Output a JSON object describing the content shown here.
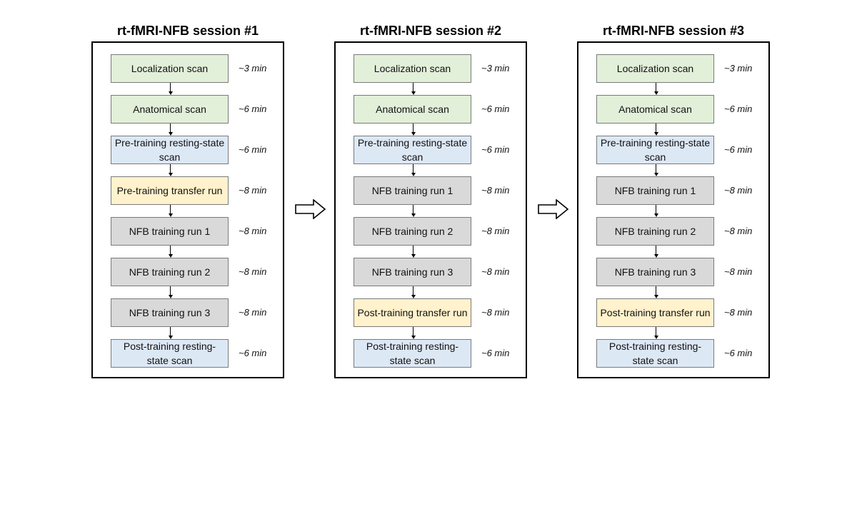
{
  "sessions": [
    {
      "title": "rt-fMRI-NFB session #1",
      "steps": [
        {
          "label": "Localization scan",
          "duration": "~3 min",
          "color": "green"
        },
        {
          "label": "Anatomical scan",
          "duration": "~6 min",
          "color": "green"
        },
        {
          "label": "Pre-training resting-state scan",
          "duration": "~6 min",
          "color": "blue"
        },
        {
          "label": "Pre-training transfer run",
          "duration": "~8 min",
          "color": "yellow"
        },
        {
          "label": "NFB training run 1",
          "duration": "~8 min",
          "color": "gray"
        },
        {
          "label": "NFB training run 2",
          "duration": "~8 min",
          "color": "gray"
        },
        {
          "label": "NFB training run 3",
          "duration": "~8 min",
          "color": "gray"
        },
        {
          "label": "Post-training resting-state scan",
          "duration": "~6 min",
          "color": "blue"
        }
      ]
    },
    {
      "title": "rt-fMRI-NFB session #2",
      "steps": [
        {
          "label": "Localization scan",
          "duration": "~3 min",
          "color": "green"
        },
        {
          "label": "Anatomical scan",
          "duration": "~6 min",
          "color": "green"
        },
        {
          "label": "Pre-training resting-state scan",
          "duration": "~6 min",
          "color": "blue"
        },
        {
          "label": "NFB training run 1",
          "duration": "~8 min",
          "color": "gray"
        },
        {
          "label": "NFB training run 2",
          "duration": "~8 min",
          "color": "gray"
        },
        {
          "label": "NFB training run 3",
          "duration": "~8 min",
          "color": "gray"
        },
        {
          "label": "Post-training transfer run",
          "duration": "~8 min",
          "color": "yellow"
        },
        {
          "label": "Post-training resting-state scan",
          "duration": "~6 min",
          "color": "blue"
        }
      ]
    },
    {
      "title": "rt-fMRI-NFB session #3",
      "steps": [
        {
          "label": "Localization scan",
          "duration": "~3 min",
          "color": "green"
        },
        {
          "label": "Anatomical scan",
          "duration": "~6 min",
          "color": "green"
        },
        {
          "label": "Pre-training resting-state scan",
          "duration": "~6 min",
          "color": "blue"
        },
        {
          "label": "NFB training run 1",
          "duration": "~8 min",
          "color": "gray"
        },
        {
          "label": "NFB training run 2",
          "duration": "~8 min",
          "color": "gray"
        },
        {
          "label": "NFB training run 3",
          "duration": "~8 min",
          "color": "gray"
        },
        {
          "label": "Post-training transfer run",
          "duration": "~8 min",
          "color": "yellow"
        },
        {
          "label": "Post-training resting-state scan",
          "duration": "~6 min",
          "color": "blue"
        }
      ]
    }
  ],
  "colors": {
    "green": "#e2efd9",
    "blue": "#dde8f5",
    "yellow": "#fff2cc",
    "gray": "#d9d9d9"
  },
  "icons": {
    "between_sessions": "right-hollow-arrow-icon"
  }
}
